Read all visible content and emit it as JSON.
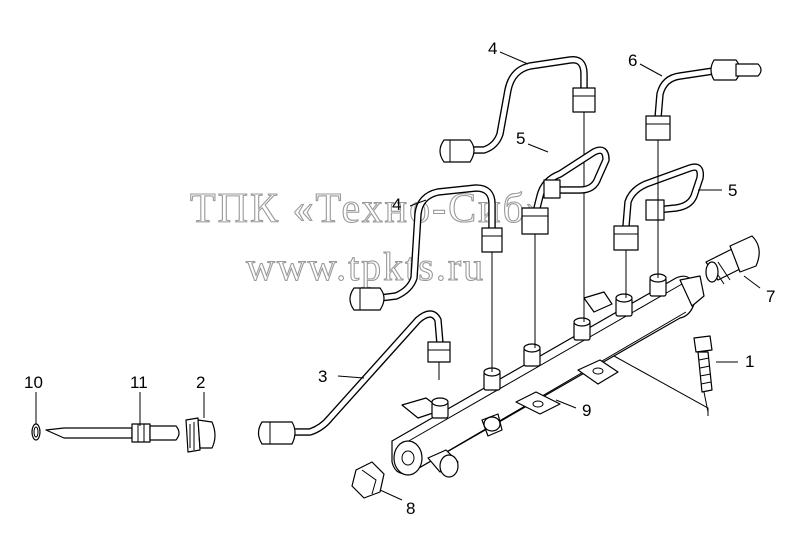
{
  "watermark": {
    "line1": "ТПК «Техно-Сиб»",
    "line2": "www.tpkts.ru"
  },
  "callouts": {
    "c1": "1",
    "c2": "2",
    "c3": "3",
    "c4a": "4",
    "c4b": "4",
    "c5a": "5",
    "c5b": "5",
    "c6": "6",
    "c7": "7",
    "c8": "8",
    "c9": "9",
    "c10": "10",
    "c11": "11"
  }
}
